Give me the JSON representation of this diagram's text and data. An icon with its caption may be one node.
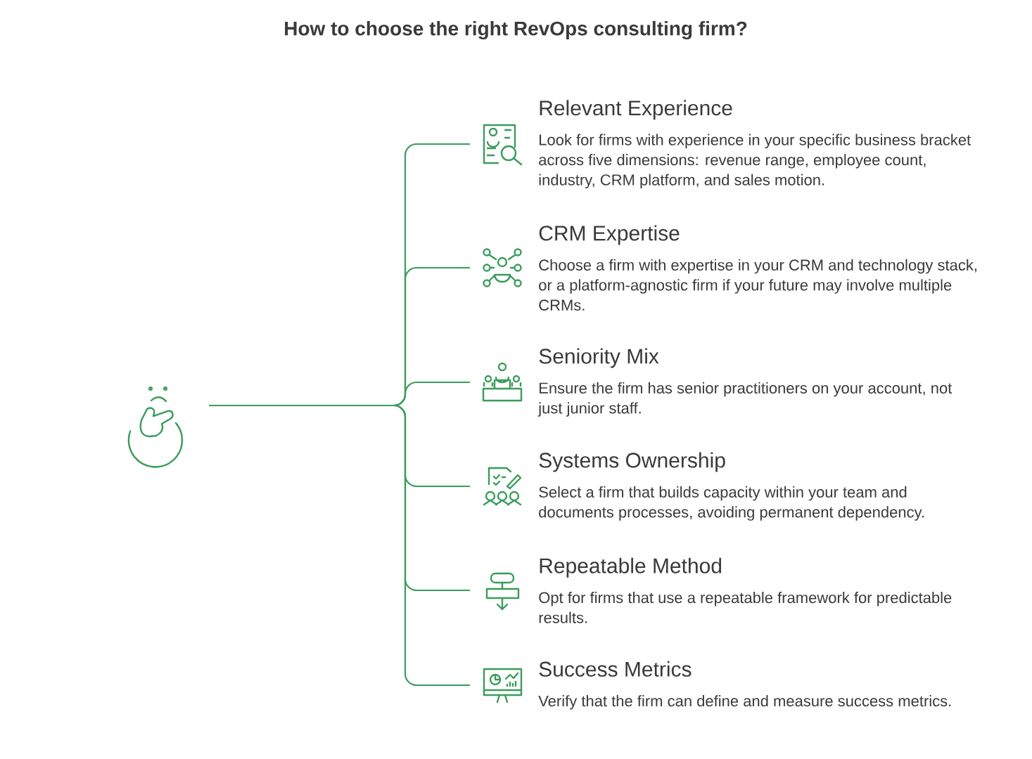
{
  "diagram": {
    "title": "How to choose the right RevOps consulting firm?",
    "nodes": [
      {
        "text": [],
        "shape": "face"
      },
      {
        "text": [
          "Relevant Experience",
          "Look for firms with experience in your specific business bracket across five dimensions: revenue range, employee count, industry, CRM platform, and sales motion."
        ]
      },
      {
        "text": [
          "CRM Expertise",
          "Choose a firm with expertise in your CRM and technology stack, or a platform-agnostic firm if your future may involve multiple CRMs."
        ]
      },
      {
        "text": [
          "Seniority Mix",
          "Ensure the firm has senior practitioners on your account, not just junior staff."
        ]
      },
      {
        "text": [
          "Systems Ownership",
          "Select a firm that builds capacity within your team and documents processes, avoiding permanent dependency."
        ]
      },
      {
        "text": [
          "Repeatable Method",
          "Opt for firms that use a repeatable framework for predictable results."
        ]
      },
      {
        "text": [
          "Success Metrics",
          "Verify that the firm can define and measure success metrics."
        ]
      }
    ],
    "edges": [
      {
        "from": 0,
        "to": 1,
        "arrow": "none"
      },
      {
        "from": 0,
        "to": 2,
        "arrow": "none"
      },
      {
        "from": 0,
        "to": 3,
        "arrow": "none"
      },
      {
        "from": 0,
        "to": 4,
        "arrow": "none"
      },
      {
        "from": 0,
        "to": 5,
        "arrow": "none"
      },
      {
        "from": 0,
        "to": 6,
        "arrow": "none"
      }
    ]
  }
}
